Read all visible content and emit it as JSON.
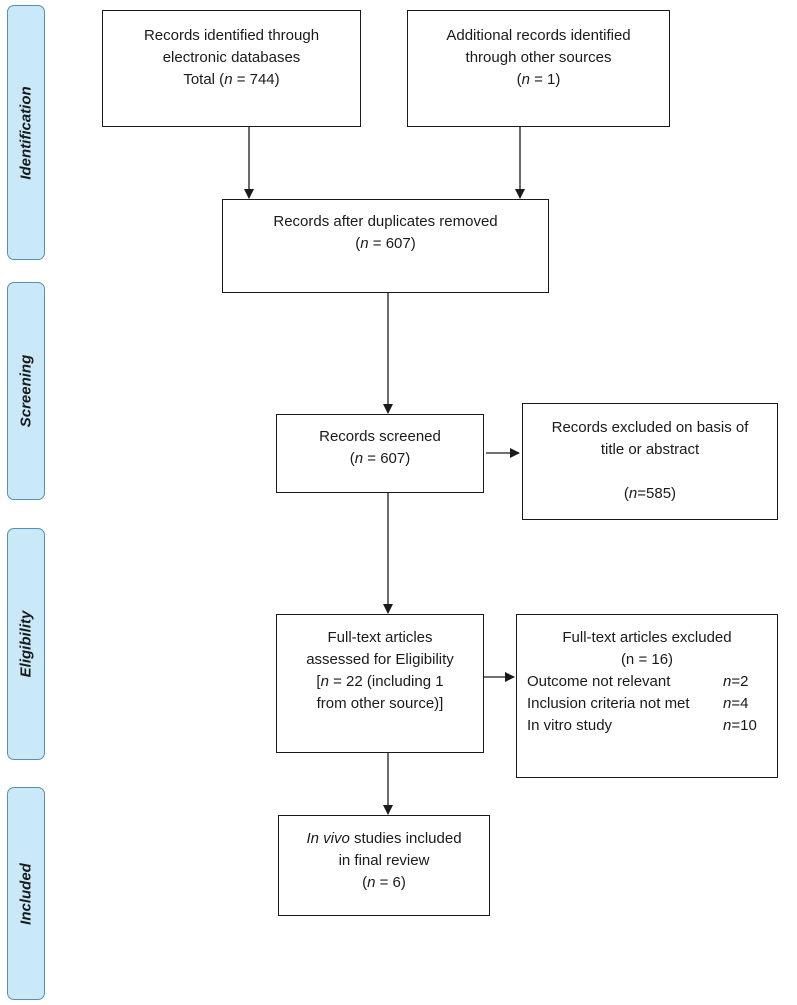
{
  "phases": {
    "identification": "Identification",
    "screening": "Screening",
    "eligibility": "Eligibility",
    "included": "Included"
  },
  "boxes": {
    "databases": {
      "line1": "Records identified through",
      "line2": "electronic databases",
      "line3_prefix": "Total (",
      "line3_n": "n",
      "line3_suffix": " = 744)"
    },
    "other_sources": {
      "line1": "Additional records identified",
      "line2": "through other sources",
      "line3_prefix": "(",
      "line3_n": "n",
      "line3_suffix": " = 1)"
    },
    "duplicates_removed": {
      "line1": "Records after duplicates removed",
      "line2_prefix": "(",
      "line2_n": "n",
      "line2_suffix": " = 607)"
    },
    "screened": {
      "line1": "Records screened",
      "line2_prefix": "(",
      "line2_n": "n",
      "line2_suffix": " = 607)"
    },
    "excluded_title": {
      "line1": "Records excluded on basis of",
      "line2": "title or abstract",
      "line3_prefix": "(",
      "line3_n": "n",
      "line3_suffix": "=585)"
    },
    "fulltext": {
      "line1": "Full-text articles",
      "line2": "assessed for Eligibility",
      "line3_prefix": "[",
      "line3_n": "n",
      "line3_suffix": " = 22 (including 1",
      "line4": "from other source)]"
    },
    "fulltext_excluded": {
      "line1": "Full-text articles excluded",
      "line2": "(n = 16)",
      "reasons": [
        {
          "label": "Outcome not relevant",
          "n": "n",
          "value": "=2"
        },
        {
          "label": "Inclusion criteria not met",
          "n": "n",
          "value": "=4"
        },
        {
          "label": "In vitro study",
          "n": "n",
          "value": "=10"
        }
      ]
    },
    "included": {
      "line1_italic": "In vivo",
      "line1_rest": " studies included",
      "line2": "in final review",
      "line3_prefix": "(",
      "line3_n": "n",
      "line3_suffix": " = 6)"
    }
  }
}
